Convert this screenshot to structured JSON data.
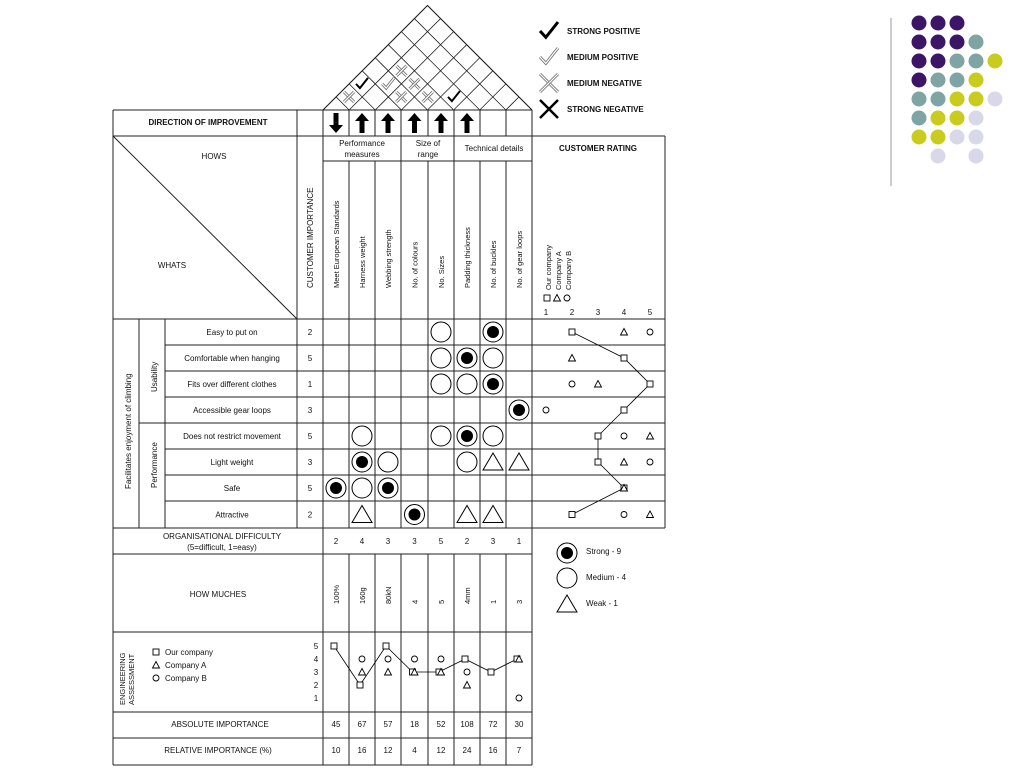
{
  "legend": {
    "strong_positive": "STRONG POSITIVE",
    "medium_positive": "MEDIUM POSITIVE",
    "medium_negative": "MEDIUM NEGATIVE",
    "strong_negative": "STRONG NEGATIVE"
  },
  "direction_label": "DIRECTION OF IMPROVEMENT",
  "directions": [
    "down",
    "up",
    "up",
    "up",
    "up",
    "up",
    "",
    ""
  ],
  "groups": [
    {
      "line1": "Performance",
      "line2": "measures"
    },
    {
      "line1": "Size of",
      "line2": "range"
    },
    {
      "line1": "Technical details",
      "line2": ""
    }
  ],
  "hows_label": "HOWS",
  "whats_label": "WHATS",
  "customer_importance_label": "CUSTOMER IMPORTANCE",
  "customer_rating_label": "CUSTOMER RATING",
  "hows": [
    "Meet European Standards",
    "Harness weight",
    "Webbing strength",
    "No. of colours",
    "No. Sizes",
    "Padding thickness",
    "No. of buckles",
    "No. of gear loops"
  ],
  "rating_legend": [
    "Our company",
    "Company A",
    "Company B"
  ],
  "rating_scale": [
    "1",
    "2",
    "3",
    "4",
    "5"
  ],
  "category_label": "Facilitates enjoyment of climbing",
  "subcategories": [
    "Usability",
    "Performance"
  ],
  "whats": [
    {
      "label": "Easy to put on",
      "importance": "2"
    },
    {
      "label": "Comfortable when hanging",
      "importance": "5"
    },
    {
      "label": "Fits over different clothes",
      "importance": "1"
    },
    {
      "label": "Accessible gear loops",
      "importance": "3"
    },
    {
      "label": "Does not restrict movement",
      "importance": "5"
    },
    {
      "label": "Light weight",
      "importance": "3"
    },
    {
      "label": "Safe",
      "importance": "5"
    },
    {
      "label": "Attractive",
      "importance": "2"
    }
  ],
  "relationships": [
    [
      "",
      "",
      "",
      "",
      "medium",
      "",
      "strong",
      ""
    ],
    [
      "",
      "",
      "",
      "",
      "medium",
      "strong",
      "medium",
      ""
    ],
    [
      "",
      "",
      "",
      "",
      "medium",
      "medium",
      "strong",
      ""
    ],
    [
      "",
      "",
      "",
      "",
      "",
      "",
      "",
      "strong"
    ],
    [
      "",
      "medium",
      "",
      "",
      "medium",
      "strong",
      "medium",
      ""
    ],
    [
      "",
      "strong",
      "medium",
      "",
      "",
      "medium",
      "weak",
      "weak"
    ],
    [
      "strong",
      "medium",
      "strong",
      "",
      "",
      "",
      "",
      ""
    ],
    [
      "",
      "weak",
      "",
      "strong",
      "",
      "weak",
      "weak",
      ""
    ]
  ],
  "customer_ratings": [
    {
      "our": 2,
      "a": 4,
      "b": 5
    },
    {
      "our": 4,
      "a": 2,
      "b": null
    },
    {
      "our": 5,
      "a": 3,
      "b": 2
    },
    {
      "our": 4,
      "a": null,
      "b": 1
    },
    {
      "our": 3,
      "a": 5,
      "b": 4
    },
    {
      "our": 3,
      "a": 4,
      "b": 5
    },
    {
      "our": 4,
      "a": 4,
      "b": null
    },
    {
      "our": 2,
      "a": 5,
      "b": 4
    }
  ],
  "org_difficulty_label_line1": "ORGANISATIONAL DIFFICULTY",
  "org_difficulty_label_line2": "(5=difficult, 1=easy)",
  "org_difficulty": [
    "2",
    "4",
    "3",
    "3",
    "5",
    "2",
    "3",
    "1"
  ],
  "how_muches_label": "HOW MUCHES",
  "how_muches": [
    "100%",
    "160g",
    "80kN",
    "4",
    "5",
    "4mm",
    "1",
    "3"
  ],
  "relationship_legend": [
    "Strong - 9",
    "Medium - 4",
    "Weak - 1"
  ],
  "engineering_label_line1": "ENGINEERING",
  "engineering_label_line2": "ASSESSMENT",
  "engineering_legend": [
    "Our company",
    "Company A",
    "Company B"
  ],
  "engineering_scale": [
    "5",
    "4",
    "3",
    "2",
    "1"
  ],
  "engineering": {
    "our": [
      5,
      2,
      5,
      3,
      3,
      4,
      3,
      4
    ],
    "a": [
      null,
      3,
      3,
      3,
      3,
      2,
      null,
      4
    ],
    "b": [
      null,
      4,
      4,
      4,
      4,
      3,
      null,
      1
    ]
  },
  "absolute_label": "ABSOLUTE IMPORTANCE",
  "absolute": [
    "45",
    "67",
    "57",
    "18",
    "52",
    "108",
    "72",
    "30"
  ],
  "relative_label": "RELATIVE IMPORTANCE (%)",
  "relative": [
    "10",
    "16",
    "12",
    "4",
    "12",
    "24",
    "16",
    "7"
  ],
  "roof": [
    {
      "i": 2,
      "j": 3,
      "kind": "medium-negative"
    },
    {
      "i": 2,
      "j": 4,
      "kind": "medium-negative"
    },
    {
      "i": 3,
      "j": 4,
      "kind": "medium-negative"
    },
    {
      "i": 1,
      "j": 4,
      "kind": "medium-negative"
    },
    {
      "i": 1,
      "j": 3,
      "kind": "medium-positive"
    },
    {
      "i": 0,
      "j": 2,
      "kind": "strong-positive"
    },
    {
      "i": 0,
      "j": 1,
      "kind": "medium-negative"
    },
    {
      "i": 4,
      "j": 5,
      "kind": "strong-positive"
    }
  ],
  "colors": {
    "purple": "#3d1566",
    "teal": "#7fa4a4",
    "lime": "#c9cc1e",
    "lavender": "#d8d8e8",
    "line": "#222222"
  }
}
